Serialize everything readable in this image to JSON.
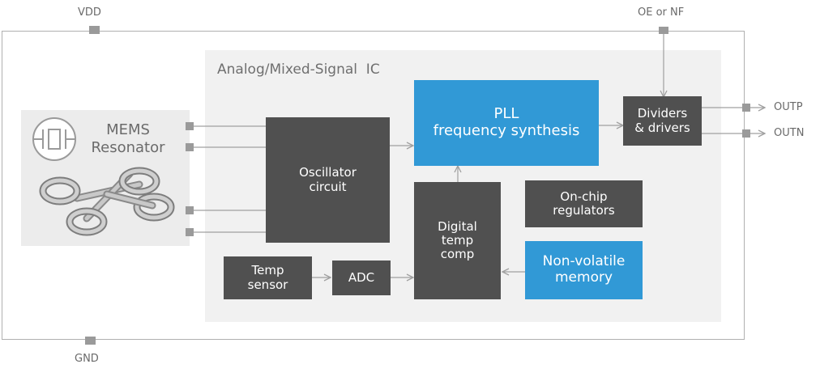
{
  "pins": {
    "vdd": "VDD",
    "gnd": "GND",
    "oe": "OE or NF",
    "outp": "OUTP",
    "outn": "OUTN"
  },
  "ic": {
    "label": "Analog/Mixed-Signal  IC"
  },
  "mems": {
    "label": "MEMS\nResonator",
    "icon": "mems-resonator-icon"
  },
  "blocks": {
    "oscillator": "Oscillator\ncircuit",
    "pll": "PLL\nfrequency synthesis",
    "dividers": "Dividers\n& drivers",
    "onchip": "On-chip\nregulators",
    "digital": "Digital\ntemp\ncomp",
    "nvm": "Non-volatile\nmemory",
    "temp": "Temp\nsensor",
    "adc": "ADC"
  },
  "colors": {
    "dark_block": "#505050",
    "blue_block": "#3199d6",
    "ic_bg": "#f1f1f1",
    "mems_bg": "#ececec",
    "pin": "#9a9a9a",
    "wire": "#a0a0a0"
  }
}
